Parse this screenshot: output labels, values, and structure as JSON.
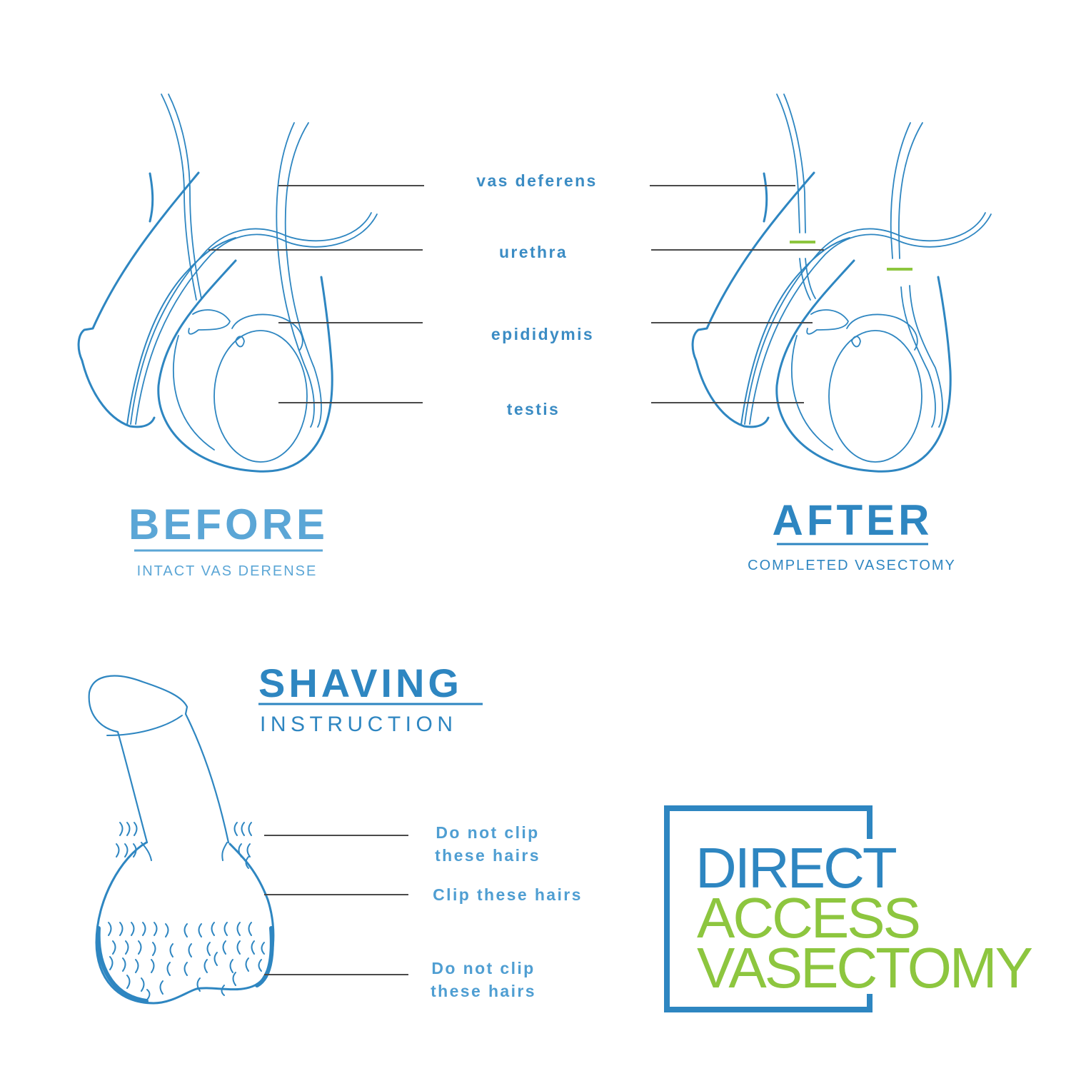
{
  "colors": {
    "blue": "#2e86c1",
    "light_blue": "#5ba6d6",
    "green": "#8dc63f",
    "leader_line": "#4a4a4a",
    "background": "#ffffff"
  },
  "anatomy_labels": [
    "vas deferens",
    "urethra",
    "epididymis",
    "testis"
  ],
  "before": {
    "title": "BEFORE",
    "subtitle": "INTACT VAS DERENSE"
  },
  "after": {
    "title": "AFTER",
    "subtitle": "COMPLETED VASECTOMY"
  },
  "shaving": {
    "title": "SHAVING",
    "subtitle": "INSTRUCTION",
    "labels": [
      [
        "Do not clip",
        "these hairs"
      ],
      [
        "Clip these hairs"
      ],
      [
        "Do not clip",
        "these hairs"
      ]
    ]
  },
  "logo": {
    "line1": "DIRECT",
    "line2": "ACCESS",
    "line3": "VASECTOMY"
  }
}
